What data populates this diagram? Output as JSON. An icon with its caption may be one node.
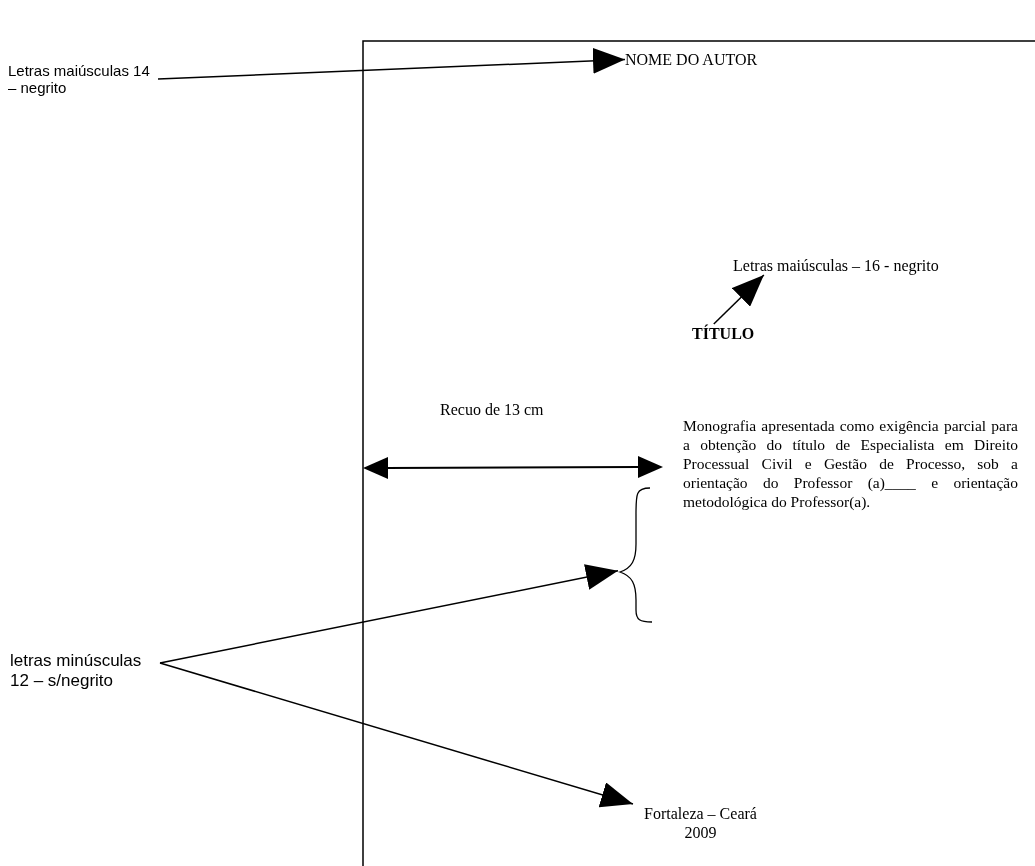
{
  "diagram": {
    "nodes": [
      {
        "text": [
          "Letras maiúsculas 14 – negrito"
        ]
      },
      {
        "text": [
          "NOME DO AUTOR"
        ]
      },
      {
        "text": [
          "Letras maiúsculas – 16 - negrito"
        ]
      },
      {
        "text": [
          "TÍTULO"
        ]
      },
      {
        "text": [
          "Monografia apresentada como exigência parcial para a obtenção do título de Especialista em Direito Processual Civil e Gestão de Processo, sob a orientação do Professor (a)____ e orientação metodológica do Professor(a)."
        ]
      },
      {
        "text": [],
        "shape": "brace"
      },
      {
        "text": [
          "letras minúsculas 12 – s/negrito"
        ]
      },
      {
        "text": [
          "Fortaleza – Ceará 2009"
        ]
      }
    ],
    "edges": [
      {
        "from": 0,
        "to": 1,
        "arrow": "to"
      },
      {
        "from": 3,
        "to": 2,
        "arrow": "to"
      },
      {
        "from": 6,
        "to": 5,
        "arrow": "to"
      },
      {
        "from": 6,
        "to": 7,
        "arrow": "to"
      }
    ],
    "labels": [
      "Recuo de 13 cm"
    ]
  }
}
